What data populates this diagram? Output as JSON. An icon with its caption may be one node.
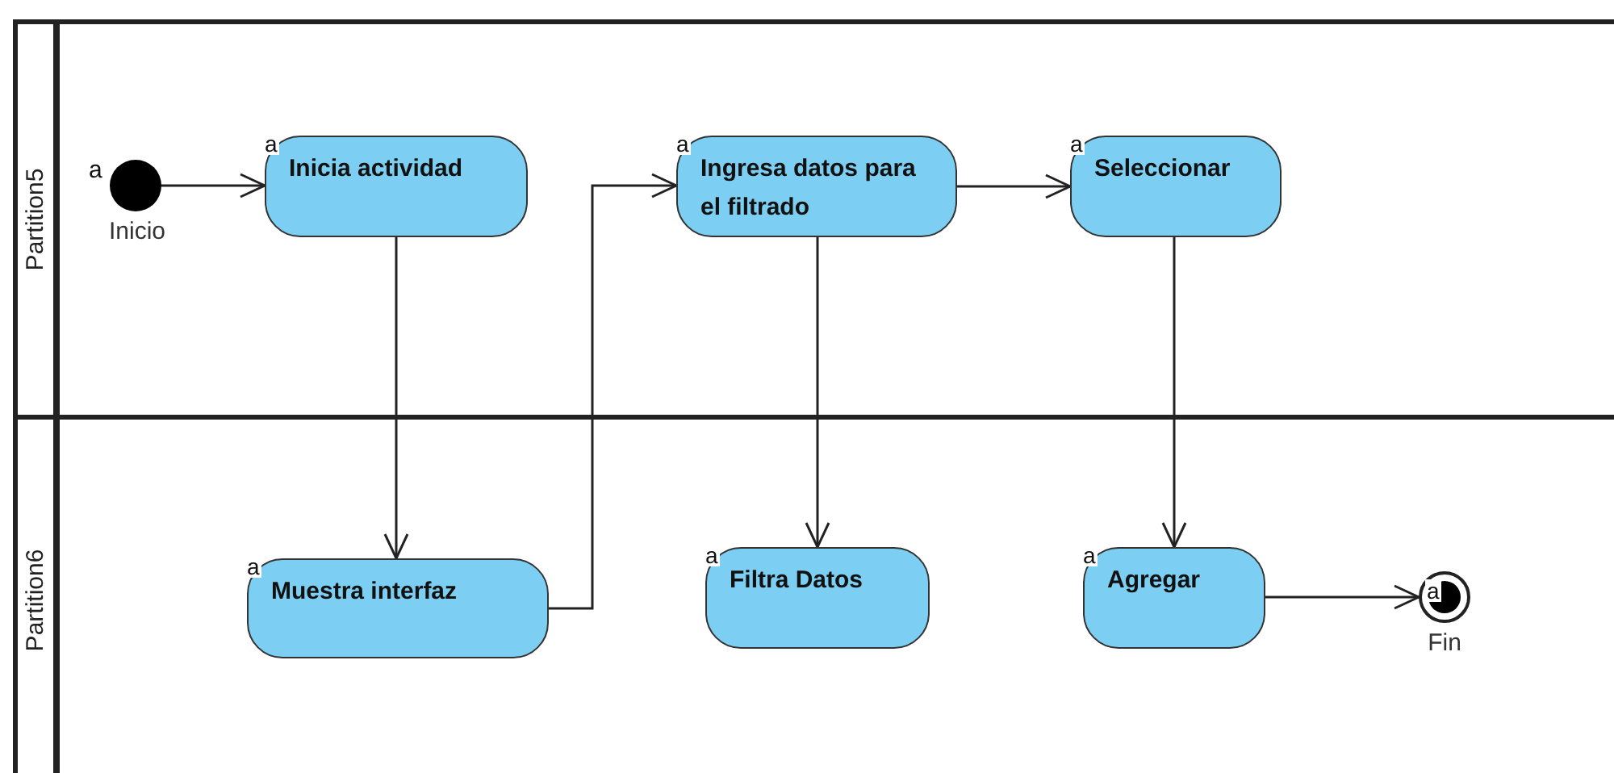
{
  "diagram": {
    "nodes": [
      {
        "text": [
          "Partition5"
        ]
      },
      {
        "text": [
          "Partition6"
        ]
      },
      {
        "text": [],
        "shape": "circle",
        "in": 0,
        "beside": [
          "a",
          "Inicio"
        ]
      },
      {
        "text": [
          "a",
          "Inicia actividad"
        ],
        "in": 0
      },
      {
        "text": [
          "a",
          "Ingresa datos para el filtrado"
        ],
        "in": 0
      },
      {
        "text": [
          "a",
          "Seleccionar"
        ],
        "in": 0
      },
      {
        "text": [
          "a",
          "Muestra interfaz"
        ],
        "in": 1
      },
      {
        "text": [
          "a",
          "Filtra Datos"
        ],
        "in": 1
      },
      {
        "text": [
          "a",
          "Agregar"
        ],
        "in": 1
      },
      {
        "text": [
          "a"
        ],
        "in": 1,
        "beside": [
          "Fin"
        ]
      }
    ],
    "edges": [
      {
        "from": 2,
        "to": 3,
        "arrow": "to"
      },
      {
        "from": 3,
        "to": 6,
        "arrow": "to"
      },
      {
        "from": 6,
        "to": 4,
        "arrow": "to"
      },
      {
        "from": 4,
        "to": 5,
        "arrow": "to"
      },
      {
        "from": 4,
        "to": 7,
        "arrow": "to"
      },
      {
        "from": 5,
        "to": 8,
        "arrow": "to"
      },
      {
        "from": 8,
        "to": 9,
        "arrow": "to"
      }
    ]
  }
}
